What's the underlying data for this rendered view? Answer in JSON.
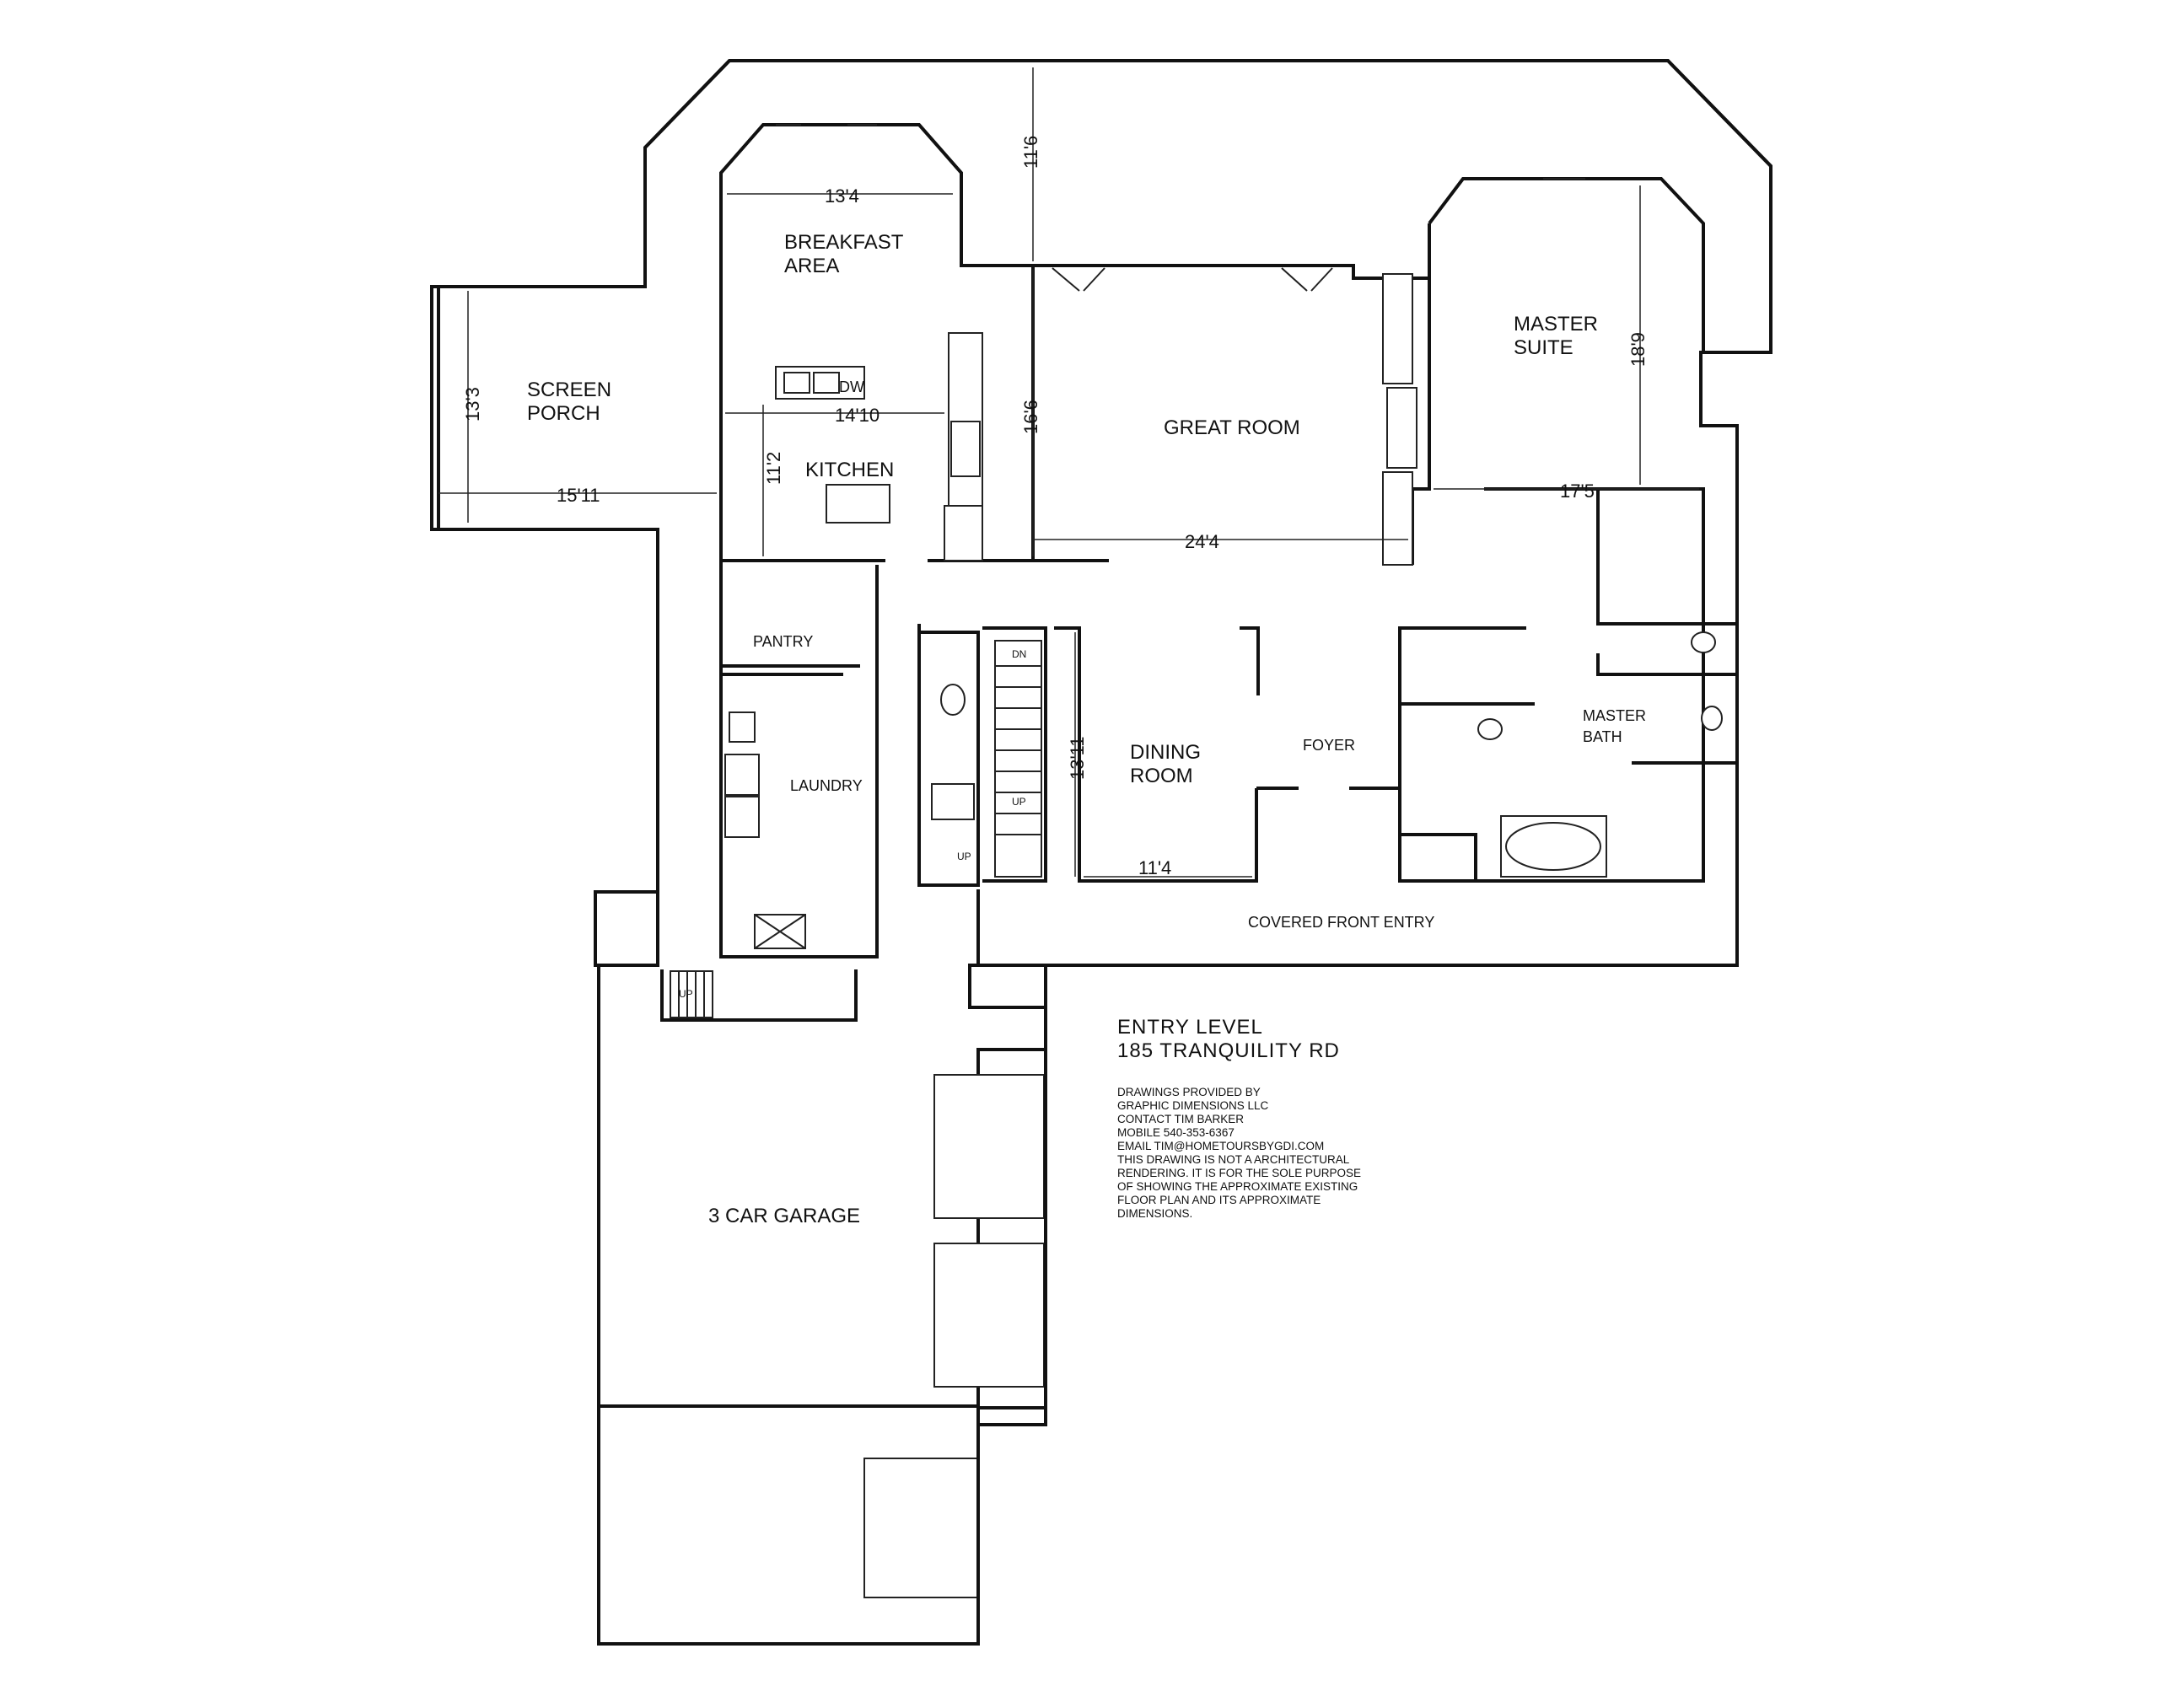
{
  "rooms": {
    "breakfast_area": [
      "BREAKFAST",
      "AREA"
    ],
    "screen_porch": [
      "SCREEN",
      "PORCH"
    ],
    "kitchen": "KITCHEN",
    "great_room": "GREAT ROOM",
    "master_suite": [
      "MASTER",
      "SUITE"
    ],
    "pantry": "PANTRY",
    "laundry": "LAUNDRY",
    "dining_room": [
      "DINING",
      "ROOM"
    ],
    "foyer": "FOYER",
    "master_bath": [
      "MASTER",
      "BATH"
    ],
    "covered_front_entry": "COVERED FRONT ENTRY",
    "garage": "3 CAR GARAGE"
  },
  "dimensions": {
    "breakfast_width": "13'4",
    "breakfast_depth": "11'6",
    "porch_depth": "13'3",
    "porch_width": "15'11",
    "kitchen_width": "14'10",
    "kitchen_depth": "11'2",
    "great_room_depth": "16'6",
    "great_room_width": "24'4",
    "master_depth": "18'9",
    "master_width": "17'5",
    "dining_depth": "13'11",
    "dining_width": "11'4"
  },
  "labels": {
    "dw": "DW",
    "stair_down": "DN",
    "stair_up": "UP",
    "stair_up_2": "UP",
    "garage_stair_up": "UP"
  },
  "title_block": {
    "level": "ENTRY  LEVEL",
    "address": "185  TRANQUILITY RD",
    "notes": [
      "DRAWINGS PROVIDED BY",
      "GRAPHIC DIMENSIONS LLC",
      "CONTACT TIM BARKER",
      "MOBILE  540-353-6367",
      "EMAIL TIM@HOMETOURSBYGDI.COM",
      "THIS DRAWING IS NOT A ARCHITECTURAL",
      "RENDERING.  IT IS FOR THE SOLE PURPOSE",
      "OF SHOWING THE APPROXIMATE EXISTING",
      "FLOOR PLAN AND ITS APPROXIMATE",
      "DIMENSIONS."
    ]
  }
}
